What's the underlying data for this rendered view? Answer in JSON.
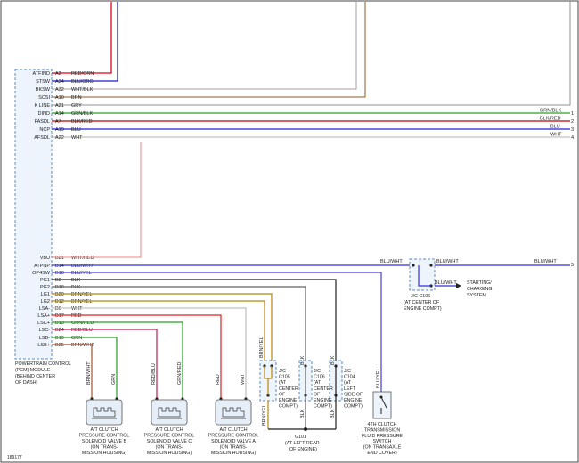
{
  "pcm": {
    "label_lines": [
      "POWERTRAIN CONTROL",
      "(PCM) MODULE",
      "(BEHIND CENTER",
      "OF DASH)"
    ],
    "signals_top": [
      {
        "name": "ATFIND",
        "pin": "A2",
        "wire": "RED/GRN",
        "color": "#e0001a"
      },
      {
        "name": "STSW",
        "pin": "A34",
        "wire": "BLU/ORG",
        "color": "#1a1acc"
      },
      {
        "name": "BKSW",
        "pin": "A32",
        "wire": "WHT/BLK",
        "color": "#a0a0a0"
      },
      {
        "name": "SCSI",
        "pin": "A10",
        "wire": "BRN",
        "color": "#8b5a2b"
      },
      {
        "name": "K LINE",
        "pin": "A21",
        "wire": "GRY",
        "color": "#909090"
      },
      {
        "name": "DIND",
        "pin": "A14",
        "wire": "GRN/BLK",
        "color": "#2aa02a"
      },
      {
        "name": "FASDL",
        "pin": "A7",
        "wire": "BLK/RED",
        "color": "#c00000"
      },
      {
        "name": "NCP",
        "pin": "A19",
        "wire": "BLU",
        "color": "#2020e0"
      },
      {
        "name": "AFSDL",
        "pin": "A22",
        "wire": "WHT",
        "color": "#b0b0b0"
      }
    ],
    "signals_bottom": [
      {
        "name": "VBU",
        "pin": "B21",
        "wire": "WHT/RED",
        "color": "#f08080"
      },
      {
        "name": "ATPNP",
        "pin": "B14",
        "wire": "BLU/WHT",
        "color": "#3030d0"
      },
      {
        "name": "OP4SW",
        "pin": "B18",
        "wire": "BLU/YEL",
        "color": "#4040d0"
      },
      {
        "name": "PG1",
        "pin": "B2",
        "wire": "BLK",
        "color": "#202020"
      },
      {
        "name": "PG2",
        "pin": "B10",
        "wire": "BLK",
        "color": "#606060"
      },
      {
        "name": "LG1",
        "pin": "B20",
        "wire": "BRN/YEL",
        "color": "#b8860b"
      },
      {
        "name": "LG2",
        "pin": "B12",
        "wire": "BRN/YEL",
        "color": "#b8860b"
      },
      {
        "name": "LSA-",
        "pin": "B6",
        "wire": "WHT",
        "color": "#b0b0b0"
      },
      {
        "name": "LSA+",
        "pin": "B17",
        "wire": "RED",
        "color": "#e02020"
      },
      {
        "name": "LSC+",
        "pin": "B13",
        "wire": "GRN/RED",
        "color": "#d02060"
      },
      {
        "name": "LSC-",
        "pin": "B24",
        "wire": "RED/BLU",
        "color": "#c02050"
      },
      {
        "name": "LSB-",
        "pin": "B19",
        "wire": "GRN",
        "color": "#20a020"
      },
      {
        "name": "LSB+",
        "pin": "B25",
        "wire": "BRN/WHT",
        "color": "#a0522d"
      }
    ]
  },
  "right_outputs": [
    {
      "wire": "GRN/BLK",
      "num": "1"
    },
    {
      "wire": "BLK/RED",
      "num": "2"
    },
    {
      "wire": "BLU",
      "num": "3"
    },
    {
      "wire": "WHT",
      "num": "4"
    },
    {
      "wire": "BLU/WHT",
      "num": "5"
    }
  ],
  "jc_c106_top": {
    "wire_left": "BLU/WHT",
    "wire_right": "BLU/WHT",
    "wire_down": "BLU/WHT",
    "label_lines": [
      "J/C C106",
      "(AT CENTER OF",
      "ENGINE COMPT)"
    ],
    "dest_lines": [
      "STARTING/",
      "CHARGING",
      "SYSTEM"
    ]
  },
  "solenoids": [
    {
      "wires": [
        "BRN/WHT",
        "GRN"
      ],
      "label_lines": [
        "A/T CLUTCH",
        "PRESSURE CONTROL",
        "SOLENOID VALVE B",
        "(ON TRANS-",
        "MISSION HOUSING)"
      ]
    },
    {
      "wires": [
        "RED/BLU",
        "GRN/RED"
      ],
      "label_lines": [
        "A/T CLUTCH",
        "PRESSURE CONTROL",
        "SOLENOID VALVE C",
        "(ON TRANS-",
        "MISSION HOUSING)"
      ]
    },
    {
      "wires": [
        "RED",
        "WHT"
      ],
      "label_lines": [
        "A/T CLUTCH",
        "PRESSURE CONTROL",
        "SOLENOID VALVE A",
        "(ON TRANS-",
        "MISSION HOUSING)"
      ]
    }
  ],
  "junctions": [
    {
      "wire_top": "BRN/YEL",
      "wire_bottom": "BRN/YEL",
      "label_lines": [
        "J/C",
        "C105",
        "(AT",
        "CENTER",
        "OF",
        "ENGINE",
        "COMPT)"
      ]
    },
    {
      "wire_top": "BLK",
      "wire_bottom": "BLK",
      "label_lines": [
        "J/C",
        "C106",
        "(AT",
        "CENTER",
        "OF",
        "ENGINE",
        "COMPT)"
      ]
    },
    {
      "wire_top": "BLK",
      "wire_bottom": "BLK",
      "label_lines": [
        "J/C",
        "C104",
        "(AT",
        "LEFT",
        "SIDE OF",
        "ENGINE",
        "COMPT)"
      ]
    }
  ],
  "ground": {
    "label_lines": [
      "G101",
      "(AT LEFT REAR",
      "OF ENGINE)"
    ]
  },
  "fluid_switch": {
    "wire": "BLU/YEL",
    "label_lines": [
      "4TH CLUTCH",
      "TRANSMISSION",
      "FLUID PRESSURE",
      "SWITCH",
      "(ON TRANSAXLE",
      "END COVER)"
    ]
  },
  "figure_id": "189177"
}
